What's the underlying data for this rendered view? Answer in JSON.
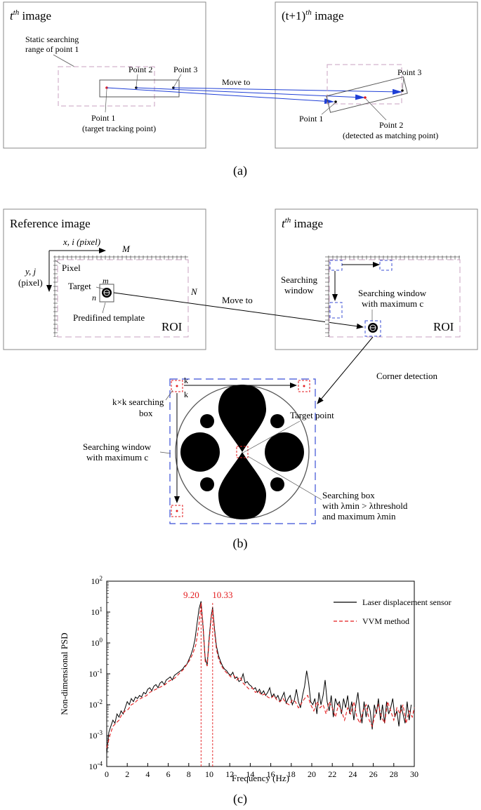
{
  "panel_a": {
    "left_title_base": "t",
    "left_title_sup": "th",
    "left_title_tail": " image",
    "right_title_base": "(t+1)",
    "right_title_sup": "th",
    "right_title_tail": " image",
    "static_range_line1": "Static searching",
    "static_range_line2": "range of point 1",
    "point2": "Point 2",
    "point3": "Point 3",
    "point1_line1": "Point 1",
    "point1_line2": "(target tracking point)",
    "move_to": "Move to",
    "r_point3": "Point 3",
    "r_point1": "Point 1",
    "r_point2_line1": "Point 2",
    "r_point2_line2": "(detected as matching point)",
    "caption": "(a)"
  },
  "panel_b": {
    "ref_title": "Reference image",
    "t_title_base": "t",
    "t_title_sup": "th",
    "t_title_tail": " image",
    "x_axis_label": "x, i (pixel)",
    "M": "M",
    "N": "N",
    "y_axis_line1": "y, j",
    "y_axis_line2": "(pixel)",
    "pixel": "Pixel",
    "target": "Target",
    "m": "m",
    "n": "n",
    "predefined": "Predifined template",
    "roi_left": "ROI",
    "move_to": "Move to",
    "searching_window_line1": "Searching",
    "searching_window_line2": "window",
    "swmax_line1": "Searching window",
    "swmax_line2": "with maximum c",
    "roi_right": "ROI",
    "corner_detection": "Corner detection",
    "k_top": "k",
    "k_side": "k",
    "kxk_line1": "k×k searching",
    "kxk_line2": "box",
    "target_point": "Target point",
    "sw2_line1": "Searching window",
    "sw2_line2": "with maximum c",
    "sb_line1": "Searching box",
    "sb_line2": "with λmin > λthreshold",
    "sb_line3": "and maximum λmin",
    "caption": "(b)"
  },
  "panel_c": {
    "caption": "(c)"
  },
  "chart_data": {
    "type": "line",
    "title": "",
    "xlabel": "Frequency (Hz)",
    "ylabel": "Non-dimensional PSD",
    "xlim": [
      0,
      30
    ],
    "ylim_log10": [
      -4,
      2
    ],
    "y_scale": "log",
    "x_ticks": [
      "0",
      "2",
      "4",
      "6",
      "8",
      "10",
      "12",
      "14",
      "16",
      "18",
      "20",
      "22",
      "24",
      "26",
      "28",
      "30"
    ],
    "y_ticks": [
      "10-4",
      "10-3",
      "10-2",
      "10-1",
      "100",
      "101",
      "102"
    ],
    "legend": "top-right",
    "peak_labels": [
      "9.20",
      "10.33"
    ],
    "peak_x": [
      9.2,
      10.33
    ],
    "series": [
      {
        "name": "Laser displacement sensor",
        "color": "#000000",
        "x": [
          0,
          0.2,
          0.4,
          0.6,
          0.8,
          1.0,
          1.2,
          1.4,
          1.6,
          1.8,
          2.0,
          2.2,
          2.4,
          2.6,
          2.8,
          3.0,
          3.2,
          3.4,
          3.6,
          3.8,
          4.0,
          4.2,
          4.4,
          4.6,
          4.8,
          5.0,
          5.2,
          5.4,
          5.6,
          5.8,
          6.0,
          6.2,
          6.4,
          6.6,
          6.8,
          7.0,
          7.2,
          7.4,
          7.6,
          7.8,
          8.0,
          8.2,
          8.4,
          8.6,
          8.8,
          9.0,
          9.2,
          9.4,
          9.6,
          9.8,
          10.0,
          10.2,
          10.33,
          10.5,
          10.7,
          10.9,
          11.1,
          11.3,
          11.5,
          11.7,
          11.9,
          12.1,
          12.3,
          12.5,
          12.7,
          12.9,
          13.1,
          13.3,
          13.5,
          13.7,
          13.9,
          14.1,
          14.3,
          14.5,
          14.7,
          14.9,
          15.1,
          15.3,
          15.5,
          15.7,
          15.9,
          16.1,
          16.3,
          16.5,
          16.7,
          16.9,
          17.1,
          17.3,
          17.5,
          17.7,
          17.9,
          18.1,
          18.3,
          18.5,
          18.7,
          18.9,
          19.1,
          19.3,
          19.5,
          19.7,
          19.9,
          20.1,
          20.3,
          20.5,
          20.7,
          20.9,
          21.1,
          21.3,
          21.5,
          21.7,
          21.9,
          22.1,
          22.3,
          22.5,
          22.7,
          22.9,
          23.1,
          23.3,
          23.5,
          23.7,
          23.9,
          24.1,
          24.3,
          24.5,
          24.7,
          24.9,
          25.1,
          25.3,
          25.5,
          25.7,
          25.9,
          26.1,
          26.3,
          26.5,
          26.7,
          26.9,
          27.1,
          27.3,
          27.5,
          27.7,
          27.9,
          28.1,
          28.3,
          28.5,
          28.7,
          28.9,
          29.1,
          29.3,
          29.5,
          29.7,
          30.0
        ],
        "log10_y": [
          -3.6,
          -2.9,
          -2.7,
          -2.5,
          -2.6,
          -2.3,
          -2.4,
          -2.2,
          -2.3,
          -2.1,
          -1.9,
          -2.0,
          -1.8,
          -1.9,
          -1.75,
          -1.8,
          -1.7,
          -1.75,
          -1.6,
          -1.65,
          -1.5,
          -1.45,
          -1.55,
          -1.4,
          -1.35,
          -1.45,
          -1.3,
          -1.25,
          -1.35,
          -1.2,
          -1.15,
          -1.1,
          -1.2,
          -1.05,
          -1.0,
          -0.95,
          -0.9,
          -0.85,
          -0.75,
          -0.7,
          -0.55,
          -0.4,
          -0.2,
          0.1,
          0.6,
          1.1,
          1.35,
          0.5,
          -0.5,
          -0.7,
          0.2,
          0.9,
          1.15,
          0.5,
          -0.1,
          -0.4,
          -0.6,
          -0.75,
          -0.85,
          -0.9,
          -1.0,
          -1.05,
          -0.95,
          -1.15,
          -1.1,
          -1.25,
          -1.2,
          -1.0,
          -1.3,
          -1.25,
          -1.35,
          -1.4,
          -1.5,
          -1.45,
          -1.6,
          -1.5,
          -1.65,
          -1.55,
          -1.7,
          -1.6,
          -1.45,
          -1.75,
          -1.65,
          -1.8,
          -1.7,
          -1.9,
          -1.75,
          -1.6,
          -1.95,
          -1.8,
          -1.7,
          -2.0,
          -1.85,
          -1.5,
          -1.9,
          -2.1,
          -1.7,
          -1.4,
          -0.9,
          -1.3,
          -1.9,
          -2.0,
          -1.8,
          -2.3,
          -1.6,
          -2.0,
          -1.7,
          -1.2,
          -1.9,
          -2.2,
          -1.7,
          -2.4,
          -1.8,
          -2.0,
          -1.9,
          -2.3,
          -1.8,
          -2.1,
          -1.7,
          -2.3,
          -1.9,
          -2.5,
          -2.0,
          -1.6,
          -2.2,
          -2.6,
          -1.9,
          -2.4,
          -2.0,
          -2.2,
          -2.8,
          -2.0,
          -2.3,
          -1.8,
          -2.5,
          -2.0,
          -2.6,
          -1.9,
          -2.3,
          -2.1,
          -1.8,
          -2.4,
          -2.2,
          -2.7,
          -2.0,
          -2.3,
          -2.6,
          -1.9,
          -2.5,
          -2.0
        ],
        "style": "solid"
      },
      {
        "name": "VVM method",
        "color": "#e31a1c",
        "x": [
          0,
          0.3,
          0.6,
          0.9,
          1.2,
          1.5,
          1.8,
          2.1,
          2.4,
          2.7,
          3.0,
          3.3,
          3.6,
          3.9,
          4.2,
          4.5,
          4.8,
          5.1,
          5.4,
          5.7,
          6.0,
          6.3,
          6.6,
          6.9,
          7.2,
          7.5,
          7.8,
          8.1,
          8.4,
          8.7,
          9.0,
          9.2,
          9.4,
          9.6,
          9.8,
          10.0,
          10.2,
          10.33,
          10.5,
          10.7,
          10.9,
          11.2,
          11.5,
          11.8,
          12.1,
          12.4,
          12.7,
          13.0,
          13.3,
          13.6,
          13.9,
          14.2,
          14.5,
          14.8,
          15.1,
          15.4,
          15.7,
          16.0,
          16.3,
          16.6,
          16.9,
          17.2,
          17.5,
          17.8,
          18.1,
          18.4,
          18.7,
          19.0,
          19.3,
          19.6,
          19.9,
          20.2,
          20.5,
          20.8,
          21.1,
          21.4,
          21.7,
          22.0,
          22.3,
          22.6,
          22.9,
          23.2,
          23.5,
          23.8,
          24.1,
          24.4,
          24.7,
          25.0,
          25.3,
          25.6,
          25.9,
          26.2,
          26.5,
          26.8,
          27.1,
          27.4,
          27.7,
          28.0,
          28.3,
          28.6,
          28.9,
          29.2,
          29.5,
          29.8,
          30.0
        ],
        "log10_y": [
          -3.4,
          -3.0,
          -2.7,
          -2.6,
          -2.5,
          -2.3,
          -2.2,
          -2.15,
          -2.0,
          -1.95,
          -1.85,
          -1.8,
          -1.75,
          -1.7,
          -1.6,
          -1.55,
          -1.5,
          -1.45,
          -1.4,
          -1.35,
          -1.25,
          -1.2,
          -1.15,
          -1.05,
          -0.95,
          -0.85,
          -0.7,
          -0.55,
          -0.35,
          -0.05,
          0.6,
          1.3,
          0.6,
          -0.6,
          -0.75,
          0.1,
          0.85,
          1.1,
          0.4,
          -0.2,
          -0.5,
          -0.75,
          -0.9,
          -1.0,
          -1.1,
          -1.05,
          -1.2,
          -1.1,
          -1.3,
          -1.4,
          -1.5,
          -1.45,
          -1.6,
          -1.55,
          -1.7,
          -1.65,
          -1.75,
          -1.8,
          -1.7,
          -1.85,
          -1.9,
          -1.8,
          -1.95,
          -2.0,
          -1.85,
          -1.9,
          -2.1,
          -1.95,
          -1.8,
          -1.7,
          -2.0,
          -2.2,
          -1.9,
          -2.1,
          -2.0,
          -2.3,
          -1.9,
          -2.1,
          -2.4,
          -2.0,
          -2.2,
          -2.5,
          -2.1,
          -2.3,
          -1.9,
          -2.4,
          -2.6,
          -2.2,
          -2.0,
          -2.5,
          -2.7,
          -2.3,
          -2.0,
          -2.4,
          -2.6,
          -1.9,
          -2.2,
          -2.5,
          -2.1,
          -2.3,
          -2.0,
          -2.6,
          -2.2,
          -2.4,
          -2.1
        ],
        "style": "dashed"
      }
    ]
  }
}
